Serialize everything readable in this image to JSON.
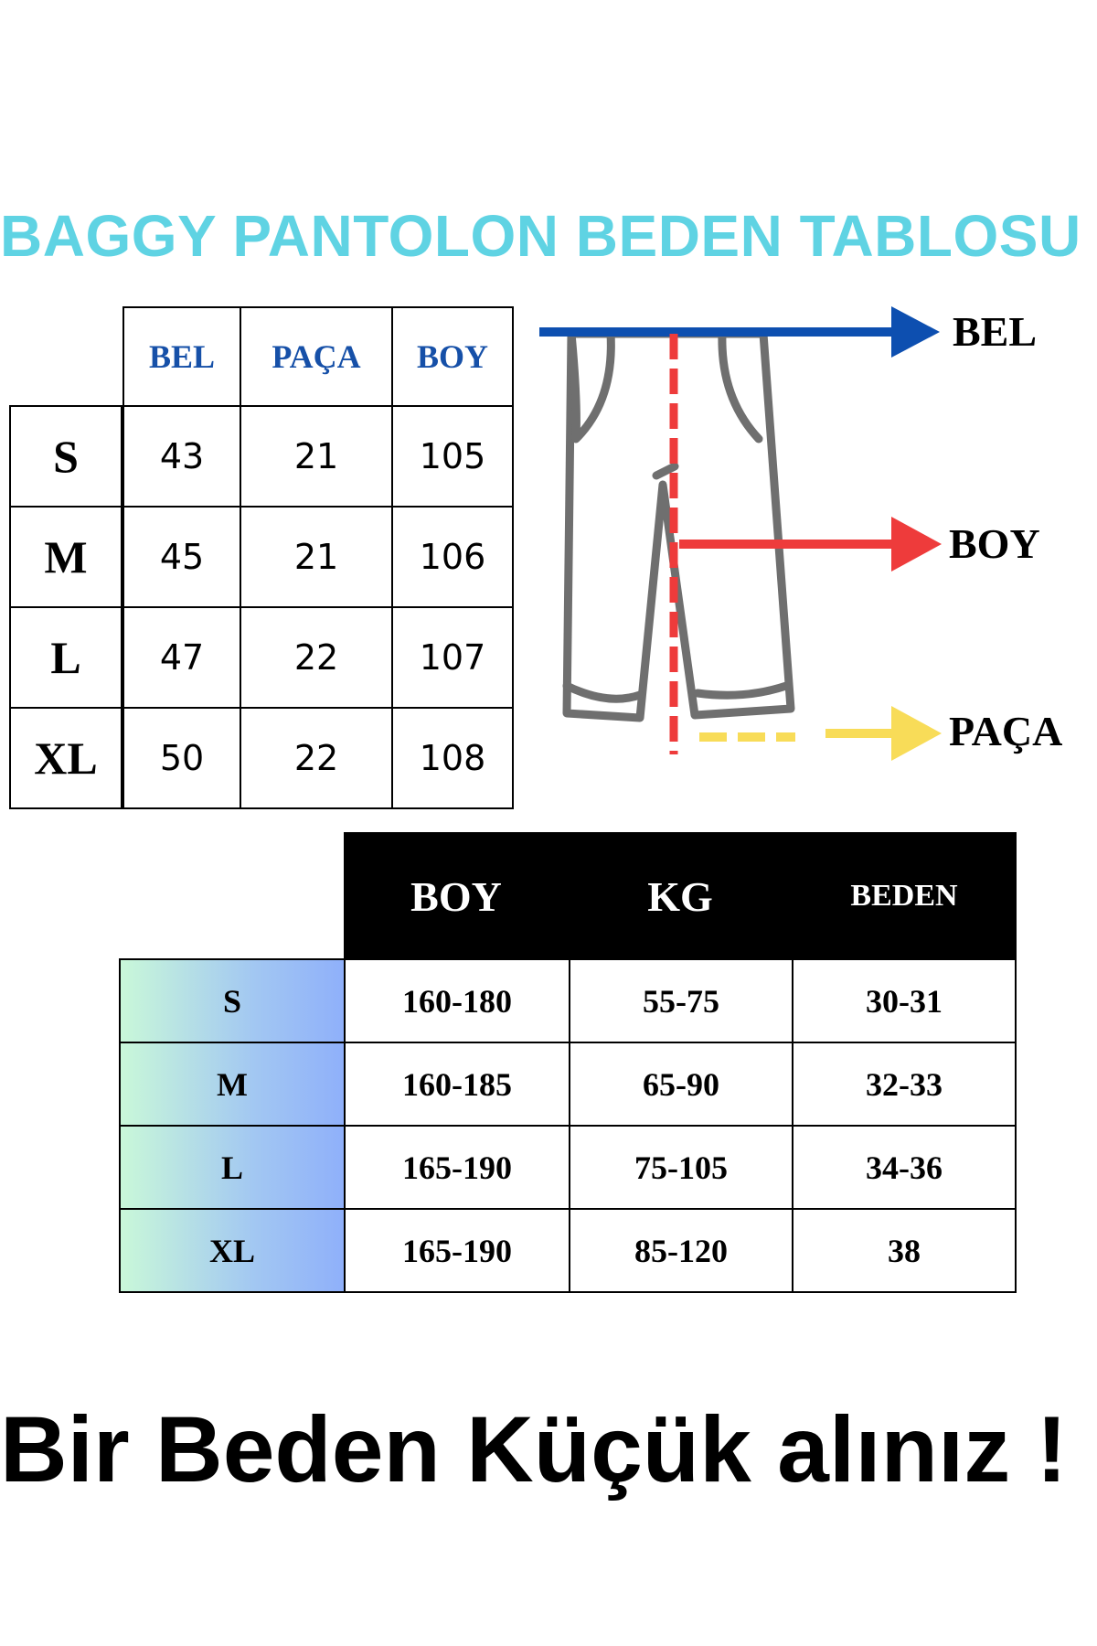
{
  "title": "BAGGY PANTOLON BEDEN TABLOSU",
  "measure_table": {
    "headers": [
      "BEL",
      "PAÇA",
      "BOY"
    ],
    "rows": [
      {
        "size": "S",
        "values": [
          "43",
          "21",
          "105"
        ]
      },
      {
        "size": "M",
        "values": [
          "45",
          "21",
          "106"
        ]
      },
      {
        "size": "L",
        "values": [
          "47",
          "22",
          "107"
        ]
      },
      {
        "size": "XL",
        "values": [
          "50",
          "22",
          "108"
        ]
      }
    ]
  },
  "diagram": {
    "labels": {
      "bel": "BEL",
      "boy": "BOY",
      "paca": "PAÇA"
    },
    "colors": {
      "bel": "#0d4fb0",
      "boy": "#ee3b3b",
      "paca": "#f8dc58",
      "outline": "#6f6f6f"
    }
  },
  "guide_table": {
    "headers": [
      "BOY",
      "KG",
      "BEDEN"
    ],
    "rows": [
      {
        "size": "S",
        "values": [
          "160-180",
          "55-75",
          "30-31"
        ]
      },
      {
        "size": "M",
        "values": [
          "160-185",
          "65-90",
          "32-33"
        ]
      },
      {
        "size": "L",
        "values": [
          "165-190",
          "75-105",
          "34-36"
        ]
      },
      {
        "size": "XL",
        "values": [
          "165-190",
          "85-120",
          "38"
        ]
      }
    ]
  },
  "footer_note": "Bir Beden Küçük alınız !"
}
